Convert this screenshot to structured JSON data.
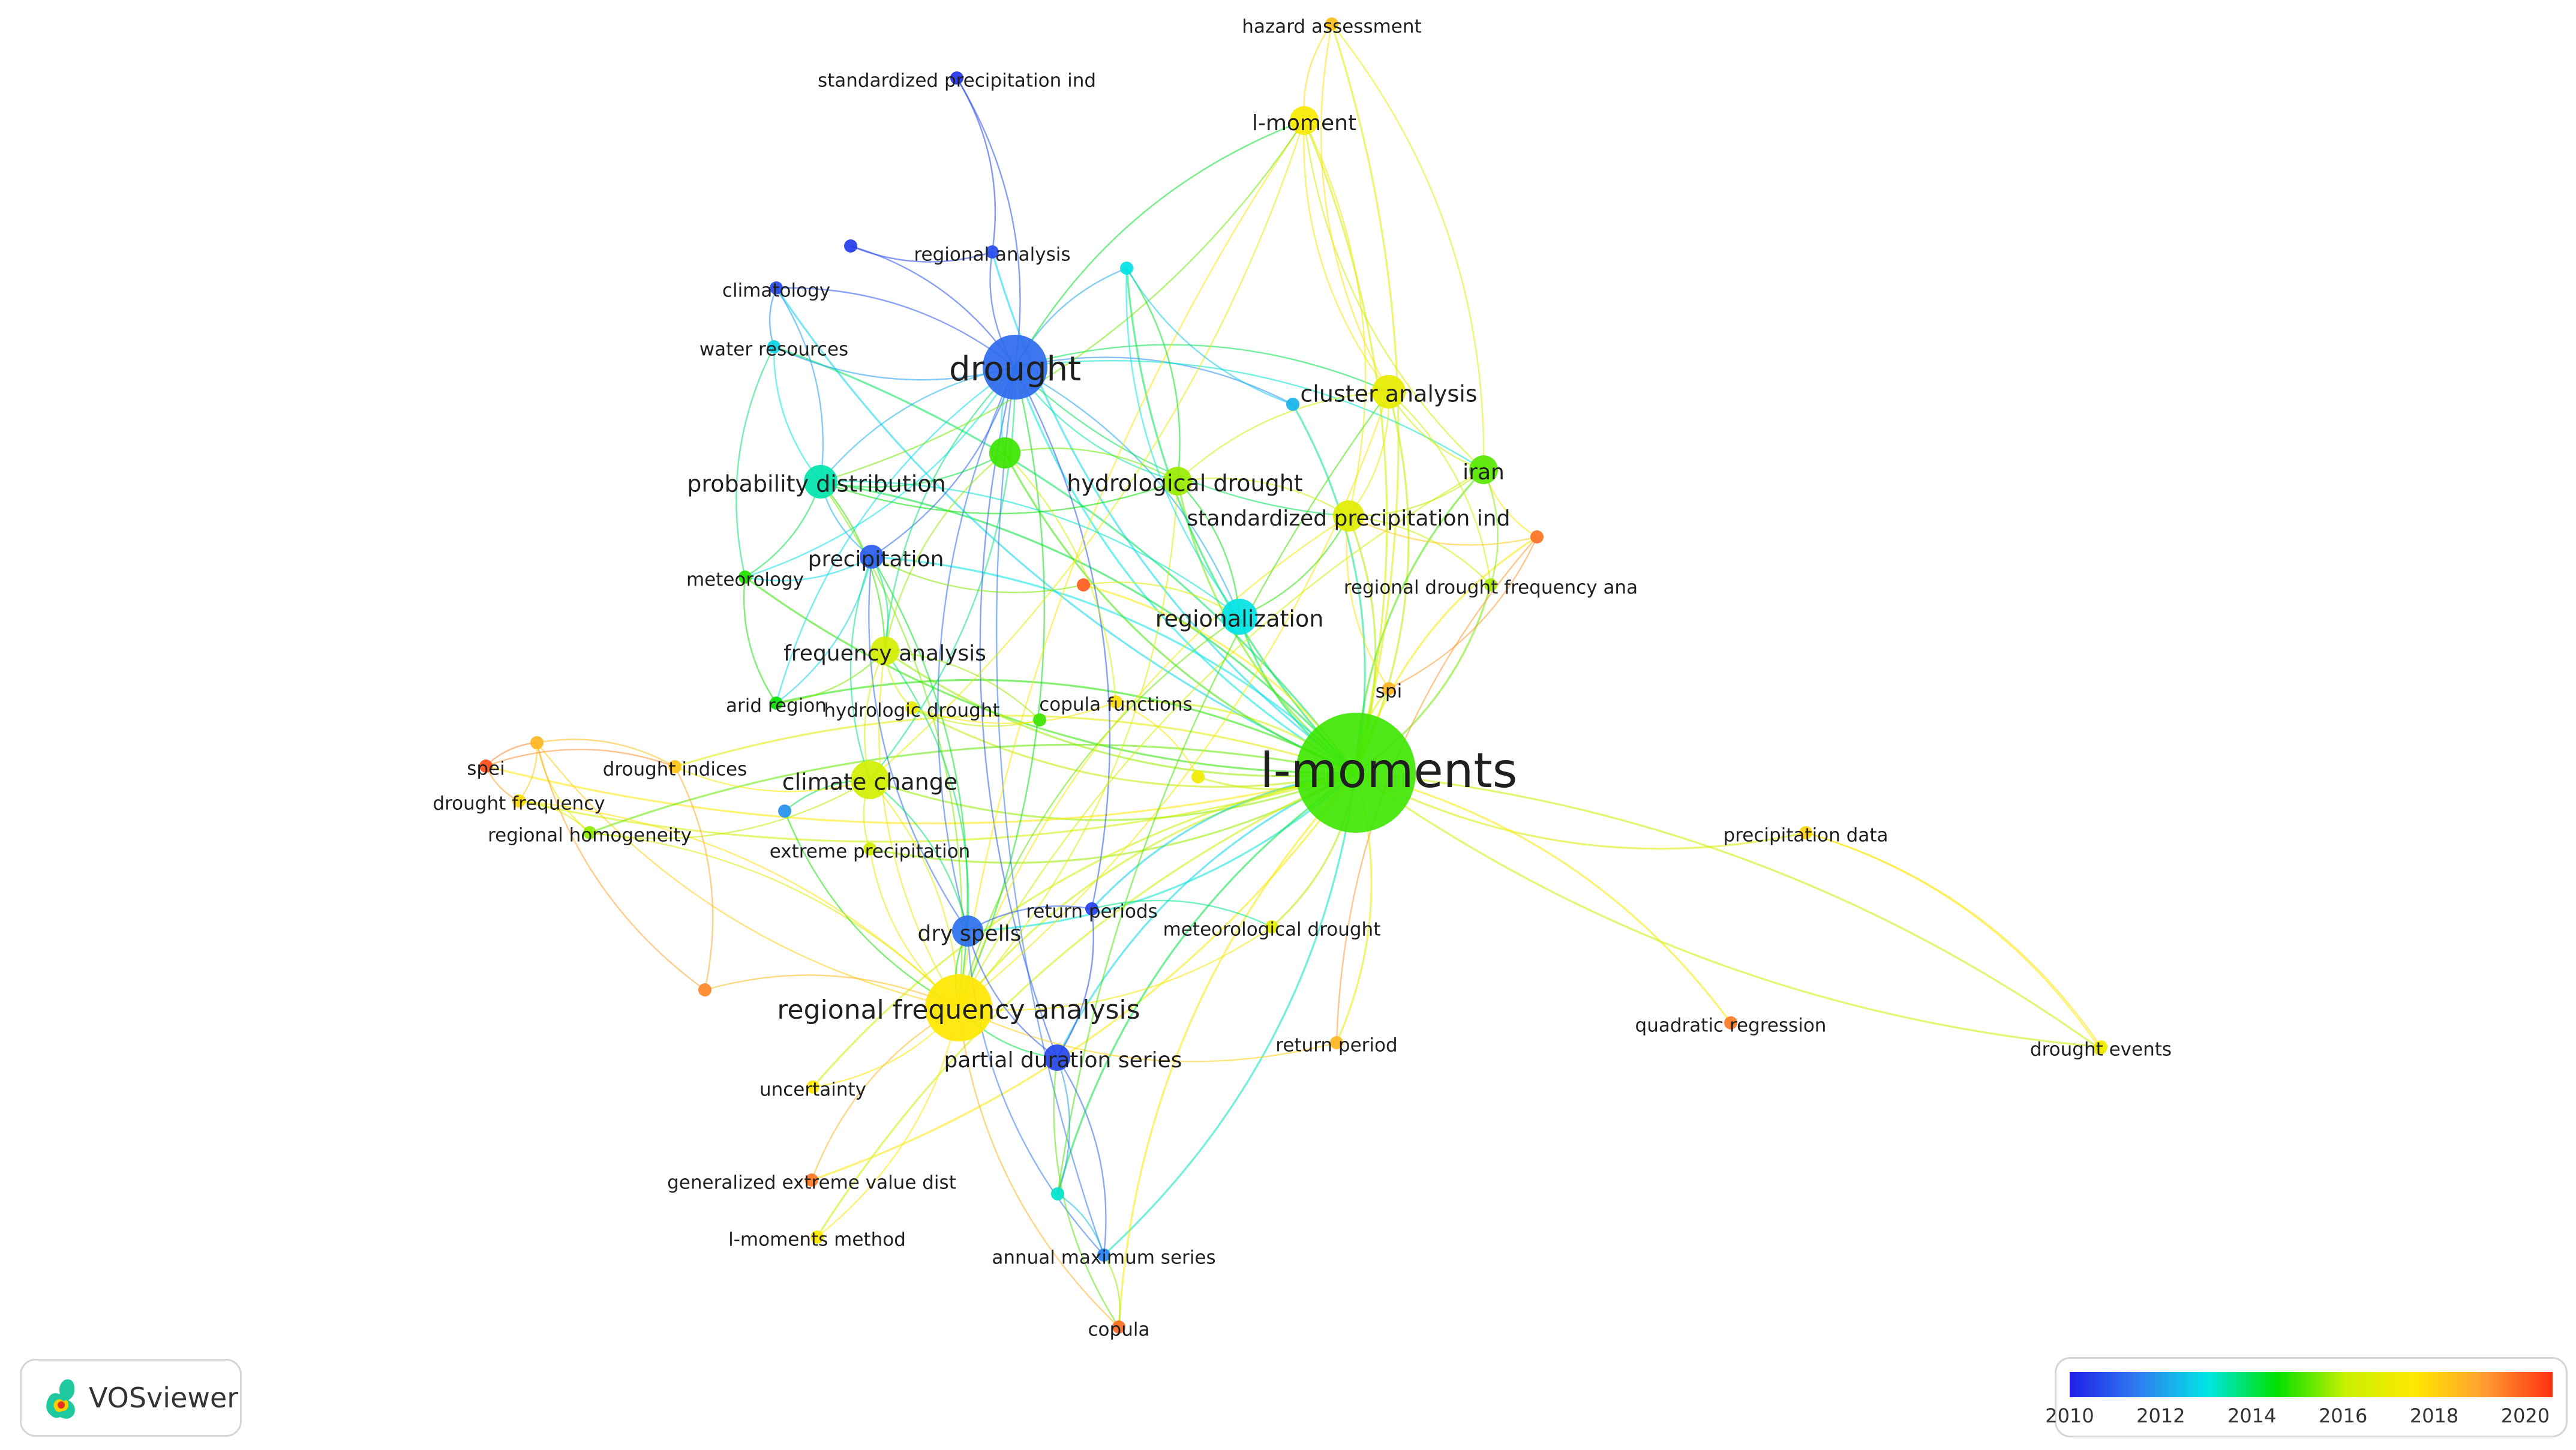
{
  "colorScale": {
    "min": 2010,
    "max": 2020.6,
    "stops": [
      "#2020e8",
      "#2f7df0",
      "#00e5e5",
      "#00e000",
      "#c8f000",
      "#ffe800",
      "#ff9e30",
      "#ff3010"
    ],
    "ticks": [
      "2010",
      "2012",
      "2014",
      "2016",
      "2018",
      "2020"
    ]
  },
  "nodes": [
    {
      "id": "lmoments",
      "label": "l-moments",
      "year": 2015.0,
      "size": "huge"
    },
    {
      "id": "drought",
      "label": "drought",
      "year": 2011.2,
      "size": "large"
    },
    {
      "id": "rfa",
      "label": "regional frequency analysis",
      "year": 2017.6,
      "size": "large"
    },
    {
      "id": "climate",
      "label": "climate change",
      "year": 2016.3,
      "size": "medium"
    },
    {
      "id": "probdist",
      "label": "probability distribution",
      "year": 2013.4,
      "size": "medium"
    },
    {
      "id": "regionalization",
      "label": "regionalization",
      "year": 2013.0,
      "size": "medium"
    },
    {
      "id": "cluster",
      "label": "cluster analysis",
      "year": 2016.9,
      "size": "medium"
    },
    {
      "id": "hydrological",
      "label": "hydrological drought",
      "year": 2015.7,
      "size": "medium"
    },
    {
      "id": "spi",
      "label": "standardized precipitation ind",
      "year": 2016.7,
      "size": "medium"
    },
    {
      "id": "iran",
      "label": "iran",
      "year": 2015.2,
      "size": "medium"
    },
    {
      "id": "lmoment",
      "label": "l-moment",
      "year": 2017.4,
      "size": "medium"
    },
    {
      "id": "freq",
      "label": "frequency analysis",
      "year": 2016.4,
      "size": "medium"
    },
    {
      "id": "precip",
      "label": "precipitation",
      "year": 2011.0,
      "size": "medium"
    },
    {
      "id": "dryspells",
      "label": "dry spells",
      "year": 2011.3,
      "size": "medium"
    },
    {
      "id": "pds",
      "label": "partial duration series",
      "year": 2010.6,
      "size": "medium"
    },
    {
      "id": "regan",
      "label": "regional analysis",
      "year": 2010.7,
      "size": "small"
    },
    {
      "id": "hazard",
      "label": "hazard assessment",
      "year": 2018.4,
      "size": "small"
    },
    {
      "id": "spi2",
      "label": "standardized precipitation ind",
      "year": 2010.3,
      "size": "small"
    },
    {
      "id": "climatology",
      "label": "climatology",
      "year": 2010.6,
      "size": "small"
    },
    {
      "id": "water",
      "label": "water resources",
      "year": 2012.8,
      "size": "small"
    },
    {
      "id": "meteorology",
      "label": "meteorology",
      "year": 2014.8,
      "size": "small"
    },
    {
      "id": "arid",
      "label": "arid region",
      "year": 2014.6,
      "size": "small"
    },
    {
      "id": "hydrologic",
      "label": "hydrologic drought",
      "year": 2017.0,
      "size": "small"
    },
    {
      "id": "copulaf",
      "label": "copula functions",
      "year": 2017.8,
      "size": "small"
    },
    {
      "id": "spei",
      "label": "spei",
      "year": 2020.2,
      "size": "small"
    },
    {
      "id": "dindices",
      "label": "drought indices",
      "year": 2018.3,
      "size": "small"
    },
    {
      "id": "dfreq",
      "label": "drought frequency",
      "year": 2017.8,
      "size": "small"
    },
    {
      "id": "rhom",
      "label": "regional homogeneity",
      "year": 2015.6,
      "size": "small"
    },
    {
      "id": "extreme",
      "label": "extreme precipitation",
      "year": 2016.4,
      "size": "small"
    },
    {
      "id": "returnp",
      "label": "return periods",
      "year": 2010.5,
      "size": "small"
    },
    {
      "id": "meteodrought",
      "label": "meteorological drought",
      "year": 2016.8,
      "size": "small"
    },
    {
      "id": "rdfa",
      "label": "regional drought frequency ana",
      "year": 2015.8,
      "size": "small"
    },
    {
      "id": "spi3",
      "label": "spi",
      "year": 2018.6,
      "size": "small"
    },
    {
      "id": "uncertainty",
      "label": "uncertainty",
      "year": 2017.5,
      "size": "small"
    },
    {
      "id": "gev",
      "label": "generalized extreme value dist",
      "year": 2019.6,
      "size": "small"
    },
    {
      "id": "lmmethod",
      "label": "l-moments method",
      "year": 2017.6,
      "size": "small"
    },
    {
      "id": "ams",
      "label": "annual maximum series",
      "year": 2011.6,
      "size": "small"
    },
    {
      "id": "copula",
      "label": "copula",
      "year": 2019.8,
      "size": "small"
    },
    {
      "id": "returnperiod",
      "label": "return period",
      "year": 2018.6,
      "size": "small"
    },
    {
      "id": "pdata",
      "label": "precipitation data",
      "year": 2018.0,
      "size": "small"
    },
    {
      "id": "quad",
      "label": "quadratic regression",
      "year": 2019.6,
      "size": "small"
    },
    {
      "id": "devents",
      "label": "drought events",
      "year": 2017.3,
      "size": "small"
    },
    {
      "id": "u_purple",
      "label": "",
      "year": 2010.4,
      "size": "small"
    },
    {
      "id": "u_cyan",
      "label": "",
      "year": 2013.0,
      "size": "small"
    },
    {
      "id": "u_blue",
      "label": "",
      "year": 2012.3,
      "size": "small"
    },
    {
      "id": "u_green",
      "label": "",
      "year": 2015.0,
      "size": "medium"
    },
    {
      "id": "u_red",
      "label": "",
      "year": 2020.0,
      "size": "small"
    },
    {
      "id": "u_orange",
      "label": "",
      "year": 2019.7,
      "size": "small"
    },
    {
      "id": "u_blue2",
      "label": "",
      "year": 2011.8,
      "size": "small"
    },
    {
      "id": "u_yellow",
      "label": "",
      "year": 2017.2,
      "size": "small"
    },
    {
      "id": "u_orange2",
      "label": "",
      "year": 2018.6,
      "size": "small"
    },
    {
      "id": "u_orange3",
      "label": "",
      "year": 2019.4,
      "size": "small"
    },
    {
      "id": "u_cyan2",
      "label": "",
      "year": 2013.2,
      "size": "small"
    },
    {
      "id": "u_green2",
      "label": "",
      "year": 2015.0,
      "size": "small"
    },
    {
      "id": "u_yellow2",
      "label": "",
      "year": 2017.1,
      "size": "small"
    }
  ],
  "links": [
    [
      "lmoments",
      "drought"
    ],
    [
      "lmoments",
      "rfa"
    ],
    [
      "lmoments",
      "climate"
    ],
    [
      "lmoments",
      "probdist"
    ],
    [
      "lmoments",
      "regionalization"
    ],
    [
      "lmoments",
      "cluster"
    ],
    [
      "lmoments",
      "hydrological"
    ],
    [
      "lmoments",
      "spi"
    ],
    [
      "lmoments",
      "iran"
    ],
    [
      "lmoments",
      "lmoment"
    ],
    [
      "lmoments",
      "freq"
    ],
    [
      "lmoments",
      "precip"
    ],
    [
      "lmoments",
      "dryspells"
    ],
    [
      "lmoments",
      "pds"
    ],
    [
      "lmoments",
      "regan"
    ],
    [
      "lmoments",
      "hazard"
    ],
    [
      "lmoments",
      "climatology"
    ],
    [
      "lmoments",
      "water"
    ],
    [
      "lmoments",
      "meteorology"
    ],
    [
      "lmoments",
      "arid"
    ],
    [
      "lmoments",
      "hydrologic"
    ],
    [
      "lmoments",
      "copulaf"
    ],
    [
      "lmoments",
      "spei"
    ],
    [
      "lmoments",
      "dindices"
    ],
    [
      "lmoments",
      "dfreq"
    ],
    [
      "lmoments",
      "rhom"
    ],
    [
      "lmoments",
      "extreme"
    ],
    [
      "lmoments",
      "returnp"
    ],
    [
      "lmoments",
      "meteodrought"
    ],
    [
      "lmoments",
      "rdfa"
    ],
    [
      "lmoments",
      "spi3"
    ],
    [
      "lmoments",
      "uncertainty"
    ],
    [
      "lmoments",
      "gev"
    ],
    [
      "lmoments",
      "lmmethod"
    ],
    [
      "lmoments",
      "ams"
    ],
    [
      "lmoments",
      "copula"
    ],
    [
      "lmoments",
      "returnperiod"
    ],
    [
      "lmoments",
      "pdata"
    ],
    [
      "lmoments",
      "quad"
    ],
    [
      "lmoments",
      "devents"
    ],
    [
      "lmoments",
      "u_cyan"
    ],
    [
      "lmoments",
      "u_blue"
    ],
    [
      "lmoments",
      "u_green"
    ],
    [
      "lmoments",
      "u_red"
    ],
    [
      "lmoments",
      "u_orange"
    ],
    [
      "lmoments",
      "u_cyan2"
    ],
    [
      "lmoments",
      "u_yellow"
    ],
    [
      "drought",
      "spi2"
    ],
    [
      "drought",
      "regan"
    ],
    [
      "drought",
      "climatology"
    ],
    [
      "drought",
      "water"
    ],
    [
      "drought",
      "probdist"
    ],
    [
      "drought",
      "precip"
    ],
    [
      "drought",
      "freq"
    ],
    [
      "drought",
      "climate"
    ],
    [
      "drought",
      "dryspells"
    ],
    [
      "drought",
      "rfa"
    ],
    [
      "drought",
      "pds"
    ],
    [
      "drought",
      "regionalization"
    ],
    [
      "drought",
      "hydrological"
    ],
    [
      "drought",
      "cluster"
    ],
    [
      "drought",
      "u_purple"
    ],
    [
      "drought",
      "u_cyan"
    ],
    [
      "drought",
      "u_green"
    ],
    [
      "drought",
      "returnp"
    ],
    [
      "drought",
      "ams"
    ],
    [
      "drought",
      "u_blue"
    ],
    [
      "drought",
      "spi"
    ],
    [
      "drought",
      "iran"
    ],
    [
      "drought",
      "arid"
    ],
    [
      "drought",
      "meteorology"
    ],
    [
      "rfa",
      "climate"
    ],
    [
      "rfa",
      "freq"
    ],
    [
      "rfa",
      "precip"
    ],
    [
      "rfa",
      "dryspells"
    ],
    [
      "rfa",
      "pds"
    ],
    [
      "rfa",
      "uncertainty"
    ],
    [
      "rfa",
      "gev"
    ],
    [
      "rfa",
      "lmmethod"
    ],
    [
      "rfa",
      "probdist"
    ],
    [
      "rfa",
      "regionalization"
    ],
    [
      "rfa",
      "cluster"
    ],
    [
      "rfa",
      "lmoment"
    ],
    [
      "rfa",
      "returnperiod"
    ],
    [
      "rfa",
      "extreme"
    ],
    [
      "rfa",
      "rhom"
    ],
    [
      "rfa",
      "u_orange2"
    ],
    [
      "rfa",
      "meteodrought"
    ],
    [
      "rfa",
      "spi"
    ],
    [
      "rfa",
      "hydrological"
    ],
    [
      "rfa",
      "iran"
    ],
    [
      "rfa",
      "copula"
    ],
    [
      "rfa",
      "u_blue2"
    ],
    [
      "rfa",
      "dfreq"
    ],
    [
      "lmoment",
      "hazard"
    ],
    [
      "lmoment",
      "cluster"
    ],
    [
      "lmoment",
      "spi"
    ],
    [
      "lmoment",
      "drought"
    ],
    [
      "lmoment",
      "probdist"
    ],
    [
      "lmoment",
      "iran"
    ],
    [
      "lmoment",
      "climate"
    ],
    [
      "hazard",
      "cluster"
    ],
    [
      "hazard",
      "iran"
    ],
    [
      "cluster",
      "iran"
    ],
    [
      "cluster",
      "spi"
    ],
    [
      "cluster",
      "hydrological"
    ],
    [
      "cluster",
      "rdfa"
    ],
    [
      "cluster",
      "u_cyan2"
    ],
    [
      "iran",
      "spi"
    ],
    [
      "iran",
      "u_orange"
    ],
    [
      "iran",
      "rdfa"
    ],
    [
      "spi",
      "hydrological"
    ],
    [
      "spi",
      "rdfa"
    ],
    [
      "spi",
      "u_orange"
    ],
    [
      "spi",
      "regionalization"
    ],
    [
      "spi",
      "spi3"
    ],
    [
      "u_orange",
      "spi3"
    ],
    [
      "u_orange",
      "returnperiod"
    ],
    [
      "probdist",
      "water"
    ],
    [
      "probdist",
      "precip"
    ],
    [
      "probdist",
      "freq"
    ],
    [
      "probdist",
      "climatology"
    ],
    [
      "probdist",
      "meteorology"
    ],
    [
      "probdist",
      "u_green"
    ],
    [
      "probdist",
      "regionalization"
    ],
    [
      "probdist",
      "hydrological"
    ],
    [
      "precip",
      "freq"
    ],
    [
      "precip",
      "climate"
    ],
    [
      "precip",
      "meteorology"
    ],
    [
      "precip",
      "dryspells"
    ],
    [
      "precip",
      "arid"
    ],
    [
      "freq",
      "climate"
    ],
    [
      "freq",
      "arid"
    ],
    [
      "freq",
      "hydrologic"
    ],
    [
      "freq",
      "dryspells"
    ],
    [
      "climate",
      "extreme"
    ],
    [
      "climate",
      "dryspells"
    ],
    [
      "climate",
      "u_blue2"
    ],
    [
      "climate",
      "dindices"
    ],
    [
      "dryspells",
      "pds"
    ],
    [
      "dryspells",
      "returnp"
    ],
    [
      "dryspells",
      "ams"
    ],
    [
      "pds",
      "ams"
    ],
    [
      "pds",
      "returnp"
    ],
    [
      "pds",
      "u_cyan2"
    ],
    [
      "pds",
      "copula"
    ],
    [
      "ams",
      "copula"
    ],
    [
      "ams",
      "u_cyan2"
    ],
    [
      "returnp",
      "meteodrought"
    ],
    [
      "u_orange2",
      "spei"
    ],
    [
      "u_orange2",
      "dfreq"
    ],
    [
      "u_orange2",
      "rhom"
    ],
    [
      "u_orange2",
      "dindices"
    ],
    [
      "u_orange2",
      "u_orange3"
    ],
    [
      "spei",
      "dindices"
    ],
    [
      "spei",
      "dfreq"
    ],
    [
      "dfreq",
      "rhom"
    ],
    [
      "rhom",
      "climate"
    ],
    [
      "u_orange3",
      "rfa"
    ],
    [
      "u_orange3",
      "dindices"
    ],
    [
      "pdata",
      "devents"
    ],
    [
      "u_yellow2",
      "pdata"
    ],
    [
      "lmoments",
      "u_yellow2"
    ],
    [
      "meteorology",
      "arid"
    ],
    [
      "meteorology",
      "water"
    ],
    [
      "climatology",
      "water"
    ],
    [
      "regan",
      "u_purple"
    ],
    [
      "regan",
      "spi2"
    ],
    [
      "u_green",
      "hydrological"
    ],
    [
      "u_green",
      "freq"
    ],
    [
      "u_green",
      "copulaf"
    ],
    [
      "u_green2",
      "freq"
    ],
    [
      "u_green2",
      "hydrologic"
    ],
    [
      "regionalization",
      "hydrological"
    ],
    [
      "regionalization",
      "u_cyan"
    ],
    [
      "regionalization",
      "u_red"
    ],
    [
      "u_red",
      "precip"
    ],
    [
      "hydrological",
      "u_cyan"
    ],
    [
      "copulaf",
      "hydrologic"
    ],
    [
      "u_yellow",
      "copulaf"
    ],
    [
      "u_blue",
      "u_cyan"
    ]
  ]
}
